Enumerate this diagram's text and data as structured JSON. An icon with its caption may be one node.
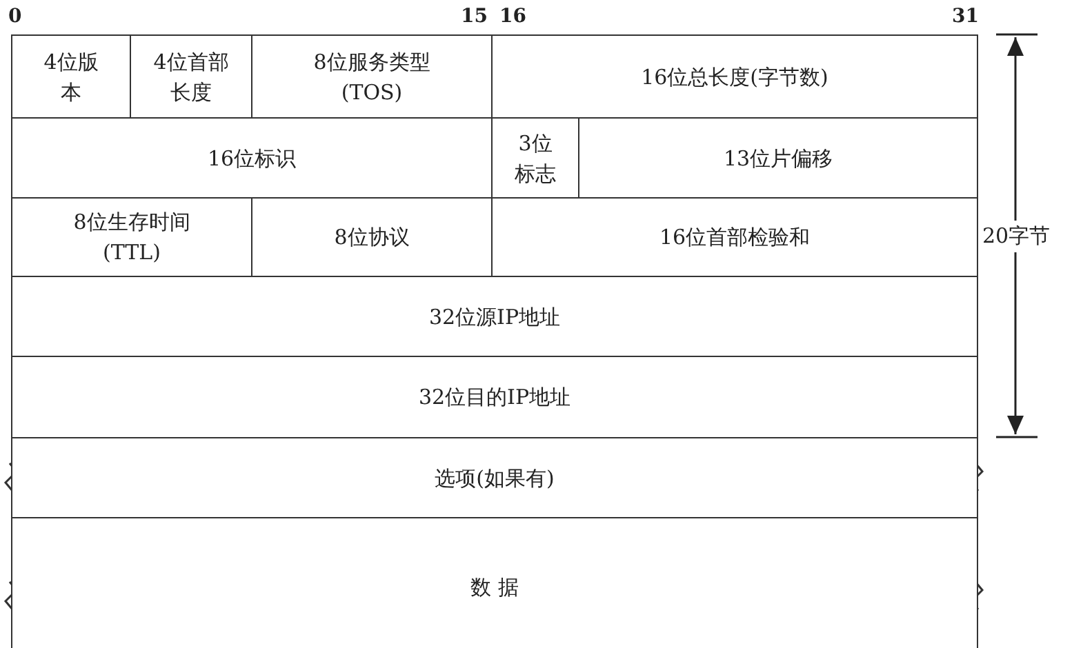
{
  "diagram": {
    "nodes": [
      {
        "text": [
          "4位版本"
        ]
      },
      {
        "text": [
          "4位首部长度"
        ]
      },
      {
        "text": [
          "8位服务类型(TOS)"
        ]
      },
      {
        "text": [
          "16位总长度(字节数)"
        ]
      },
      {
        "text": [
          "16位标识"
        ]
      },
      {
        "text": [
          "3位标志"
        ]
      },
      {
        "text": [
          "13位片偏移"
        ]
      },
      {
        "text": [
          "8位生存时间(TTL)"
        ]
      },
      {
        "text": [
          "8位协议"
        ]
      },
      {
        "text": [
          "16位首部检验和"
        ]
      },
      {
        "text": [
          "32位源IP地址"
        ]
      },
      {
        "text": [
          "32位目的IP地址"
        ]
      },
      {
        "text": [
          "选项(如果有)"
        ]
      },
      {
        "text": [
          "数 据"
        ]
      }
    ],
    "labels": [
      "0",
      "15",
      "16",
      "31",
      "20字节"
    ]
  }
}
